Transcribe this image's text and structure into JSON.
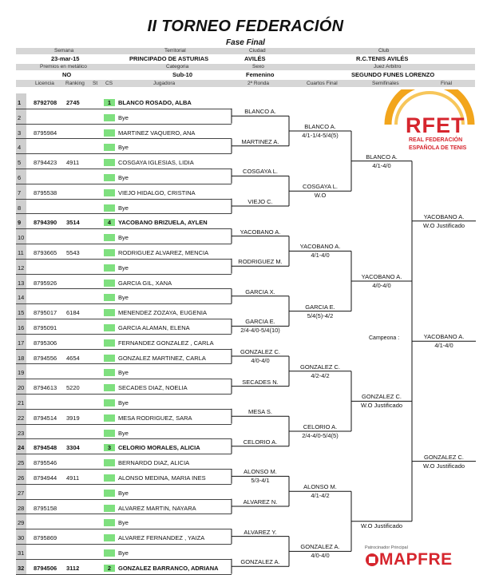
{
  "title": "II TORNEO FEDERACIÓN",
  "subtitle": "Fase Final",
  "info": {
    "headers": [
      "Semana",
      "Territorial",
      "Ciudad",
      "Club"
    ],
    "values": [
      "23-mar-15",
      "PRINCIPADO DE ASTURIAS",
      "AVILÉS",
      "R.C.TENIS AVILÉS"
    ],
    "headers2": [
      "Premios en metálico",
      "Categoria",
      "Sexo",
      "Juez Arbitro"
    ],
    "values2": [
      "NO",
      "Sub-10",
      "Femenino",
      "SEGUNDO FUNES LORENZO"
    ]
  },
  "columns": {
    "licencia": "Licencia",
    "ranking": "Ranking",
    "st": "St",
    "cs": "CS",
    "jugadora": "Jugadora",
    "r2": "2ª Ronda",
    "qf": "Cuartos Final",
    "sf": "Semifinales",
    "final": "Final"
  },
  "players": [
    {
      "n": "1",
      "lic": "8792708",
      "rk": "2745",
      "cs": "1",
      "name": "BLANCO ROSADO, ALBA",
      "seed": true
    },
    {
      "n": "2",
      "lic": "",
      "rk": "",
      "cs": "",
      "name": "Bye"
    },
    {
      "n": "3",
      "lic": "8795984",
      "rk": "",
      "cs": "",
      "name": "MARTINEZ VAQUERO, ANA"
    },
    {
      "n": "4",
      "lic": "",
      "rk": "",
      "cs": "",
      "name": "Bye"
    },
    {
      "n": "5",
      "lic": "8794423",
      "rk": "4911",
      "cs": "",
      "name": "COSGAYA IGLESIAS, LIDIA"
    },
    {
      "n": "6",
      "lic": "",
      "rk": "",
      "cs": "",
      "name": "Bye"
    },
    {
      "n": "7",
      "lic": "8795538",
      "rk": "",
      "cs": "",
      "name": "VIEJO HIDALGO, CRISTINA"
    },
    {
      "n": "8",
      "lic": "",
      "rk": "",
      "cs": "",
      "name": "Bye"
    },
    {
      "n": "9",
      "lic": "8794390",
      "rk": "3514",
      "cs": "4",
      "name": "YACOBANO BRIZUELA, AYLEN",
      "seed": true
    },
    {
      "n": "10",
      "lic": "",
      "rk": "",
      "cs": "",
      "name": "Bye"
    },
    {
      "n": "11",
      "lic": "8793665",
      "rk": "5543",
      "cs": "",
      "name": "RODRIGUEZ ALVAREZ, MENCIA"
    },
    {
      "n": "12",
      "lic": "",
      "rk": "",
      "cs": "",
      "name": "Bye"
    },
    {
      "n": "13",
      "lic": "8795926",
      "rk": "",
      "cs": "",
      "name": "GARCIA GIL, XANA"
    },
    {
      "n": "14",
      "lic": "",
      "rk": "",
      "cs": "",
      "name": "Bye"
    },
    {
      "n": "15",
      "lic": "8795017",
      "rk": "6184",
      "cs": "",
      "name": "MENENDEZ ZOZAYA, EUGENIA"
    },
    {
      "n": "16",
      "lic": "8795091",
      "rk": "",
      "cs": "",
      "name": "GARCIA ALAMAN, ELENA"
    },
    {
      "n": "17",
      "lic": "8795306",
      "rk": "",
      "cs": "",
      "name": "FERNANDEZ GONZALEZ , CARLA"
    },
    {
      "n": "18",
      "lic": "8794556",
      "rk": "4654",
      "cs": "",
      "name": "GONZALEZ MARTINEZ, CARLA"
    },
    {
      "n": "19",
      "lic": "",
      "rk": "",
      "cs": "",
      "name": "Bye"
    },
    {
      "n": "20",
      "lic": "8794613",
      "rk": "5220",
      "cs": "",
      "name": "SECADES DIAZ, NOELIA"
    },
    {
      "n": "21",
      "lic": "",
      "rk": "",
      "cs": "",
      "name": "Bye"
    },
    {
      "n": "22",
      "lic": "8794514",
      "rk": "3919",
      "cs": "",
      "name": "MESA RODRIGUEZ, SARA"
    },
    {
      "n": "23",
      "lic": "",
      "rk": "",
      "cs": "",
      "name": "Bye"
    },
    {
      "n": "24",
      "lic": "8794548",
      "rk": "3304",
      "cs": "3",
      "name": "CELORIO MORALES, ALICIA",
      "seed": true
    },
    {
      "n": "25",
      "lic": "8795546",
      "rk": "",
      "cs": "",
      "name": "BERNARDO DIAZ, ALICIA"
    },
    {
      "n": "26",
      "lic": "8794944",
      "rk": "4911",
      "cs": "",
      "name": "ALONSO MEDINA, MARIA INES"
    },
    {
      "n": "27",
      "lic": "",
      "rk": "",
      "cs": "",
      "name": "Bye"
    },
    {
      "n": "28",
      "lic": "8795158",
      "rk": "",
      "cs": "",
      "name": "ALVAREZ MARTIN, NAYARA"
    },
    {
      "n": "29",
      "lic": "",
      "rk": "",
      "cs": "",
      "name": "Bye"
    },
    {
      "n": "30",
      "lic": "8795869",
      "rk": "",
      "cs": "",
      "name": "ALVAREZ FERNANDEZ , YAIZA"
    },
    {
      "n": "31",
      "lic": "",
      "rk": "",
      "cs": "",
      "name": "Bye"
    },
    {
      "n": "32",
      "lic": "8794506",
      "rk": "3112",
      "cs": "2",
      "name": "GONZALEZ BARRANCO, ADRIANA",
      "seed": true
    }
  ],
  "round2": [
    {
      "name": "BLANCO A.",
      "score": ""
    },
    {
      "name": "MARTINEZ A.",
      "score": ""
    },
    {
      "name": "COSGAYA L.",
      "score": ""
    },
    {
      "name": "VIEJO C.",
      "score": ""
    },
    {
      "name": "YACOBANO A.",
      "score": ""
    },
    {
      "name": "RODRIGUEZ M.",
      "score": ""
    },
    {
      "name": "GARCIA X.",
      "score": ""
    },
    {
      "name": "GARCIA E.",
      "score": "2/4-4/0-5/4(10)"
    },
    {
      "name": "GONZALEZ C.",
      "score": "4/0-4/0"
    },
    {
      "name": "SECADES N.",
      "score": ""
    },
    {
      "name": "MESA S.",
      "score": ""
    },
    {
      "name": "CELORIO A.",
      "score": ""
    },
    {
      "name": "ALONSO M.",
      "score": "5/3-4/1"
    },
    {
      "name": "ALVAREZ N.",
      "score": ""
    },
    {
      "name": "ALVAREZ Y.",
      "score": ""
    },
    {
      "name": "GONZALEZ A.",
      "score": ""
    }
  ],
  "quarters": [
    {
      "name": "BLANCO A.",
      "score": "4/1-1/4-5/4(5)"
    },
    {
      "name": "COSGAYA L.",
      "score": "W.O"
    },
    {
      "name": "YACOBANO A.",
      "score": "4/1-4/0"
    },
    {
      "name": "GARCIA E.",
      "score": "5/4(5)-4/2"
    },
    {
      "name": "GONZALEZ C.",
      "score": "4/2-4/2"
    },
    {
      "name": "CELORIO A.",
      "score": "2/4-4/0-5/4(5)"
    },
    {
      "name": "ALONSO M.",
      "score": "4/1-4/2"
    },
    {
      "name": "GONZALEZ A.",
      "score": "4/0-4/0"
    }
  ],
  "semis": [
    {
      "name": "BLANCO A.",
      "score": "4/1-4/0"
    },
    {
      "name": "YACOBANO A.",
      "score": "4/0-4/0"
    },
    {
      "name": "GONZALEZ C.",
      "score": "W.O Justificado"
    },
    {
      "name": "",
      "score": "W.O Justificado"
    }
  ],
  "finals": [
    {
      "name": "YACOBANO A.",
      "score": "W.O Justificado"
    },
    {
      "name": "GONZALEZ C.",
      "score": "W.O Justificado"
    }
  ],
  "champion": {
    "label": "Campeona :",
    "name": "YACOBANO A.",
    "score": "4/1-4/0"
  },
  "logo": {
    "text": "RFET",
    "line1": "REAL FEDERACIÓN",
    "line2": "ESPAÑOLA DE TENIS"
  },
  "sponsor": {
    "label": "Patrocinador Principal",
    "name": "MAPFRE"
  },
  "colors": {
    "logo_red": "#d6262e",
    "logo_gold": "#f2a51c",
    "seed_green": "#7fe07f",
    "header_gray": "#d6d6d6"
  }
}
